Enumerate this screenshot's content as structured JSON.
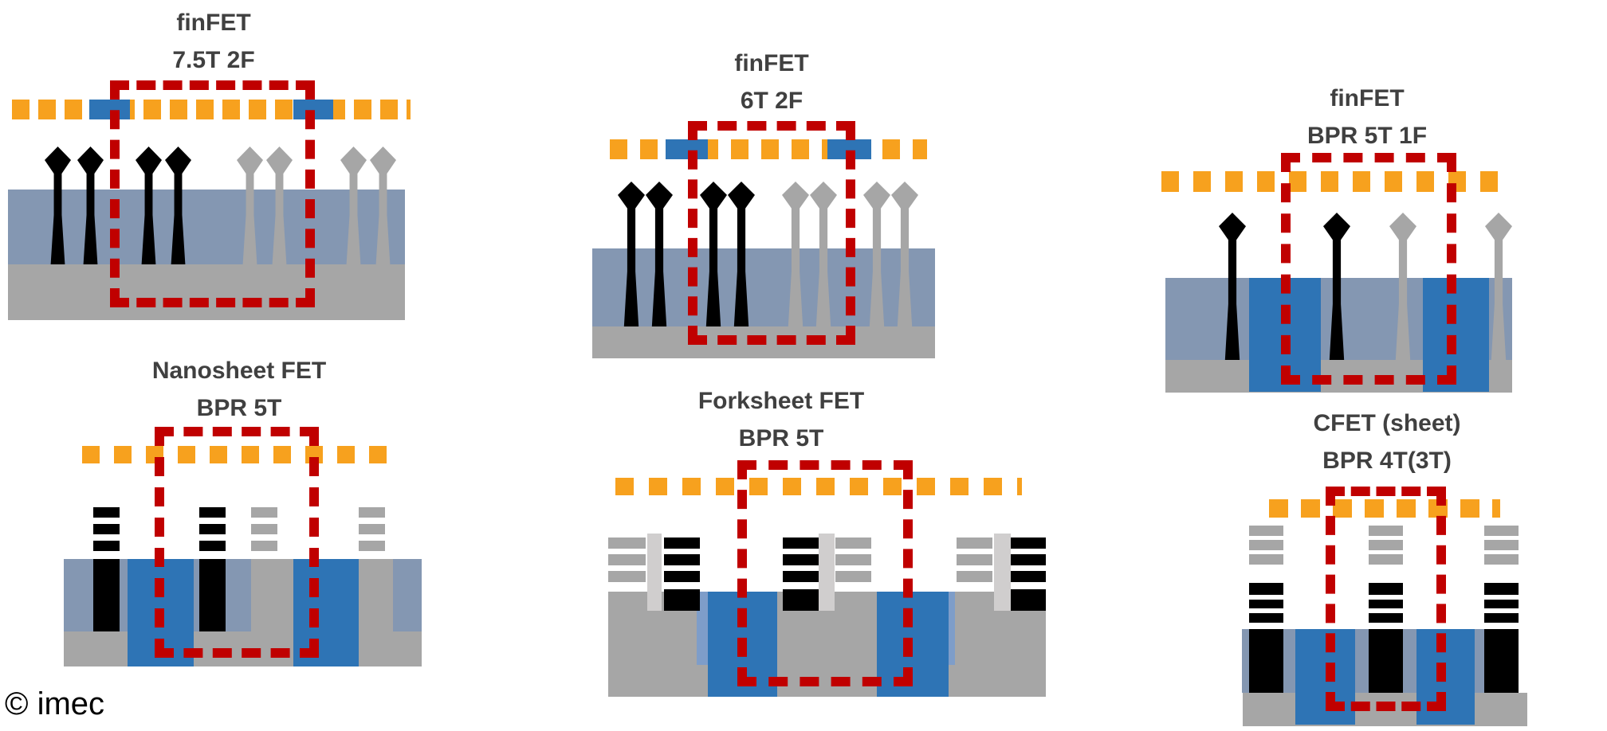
{
  "figure": {
    "description_visible_text_only": "Six transistor-architecture cross-section diagrams with cell-height labels",
    "copyright": "© imec"
  },
  "panels": [
    {
      "name": "finFET 7.5T 2F",
      "title_line1": "finFET",
      "title_line2": "7.5T 2F"
    },
    {
      "name": "finFET 6T 2F",
      "title_line1": "finFET",
      "title_line2": "6T 2F"
    },
    {
      "name": "finFET BPR 5T 1F",
      "title_line1": "finFET",
      "title_line2": "BPR 5T 1F"
    },
    {
      "name": "Nanosheet FET BPR 5T",
      "title_line1": "Nanosheet FET",
      "title_line2": "BPR 5T"
    },
    {
      "name": "Forksheet FET BPR 5T",
      "title_line1": "Forksheet FET",
      "title_line2": "BPR 5T"
    },
    {
      "name": "CFET (sheet) BPR 4T(3T)",
      "title_line1": "CFET (sheet)",
      "title_line2": "BPR 4T(3T)"
    }
  ],
  "colors": {
    "metal_track_orange": "#F7A11E",
    "power_rail_blue": "#2E74B5",
    "rail_halo_light_blue": "#7E9DC9",
    "well_slate_blue": "#8497B2",
    "substrate_gray": "#A6A6A6",
    "active_device_black": "#000000",
    "inactive_device_gray": "#A6A6A6",
    "forksheet_wall_light_gray": "#D0CECE",
    "cell_boundary_red": "#C00000",
    "title_text_gray": "#404040"
  }
}
